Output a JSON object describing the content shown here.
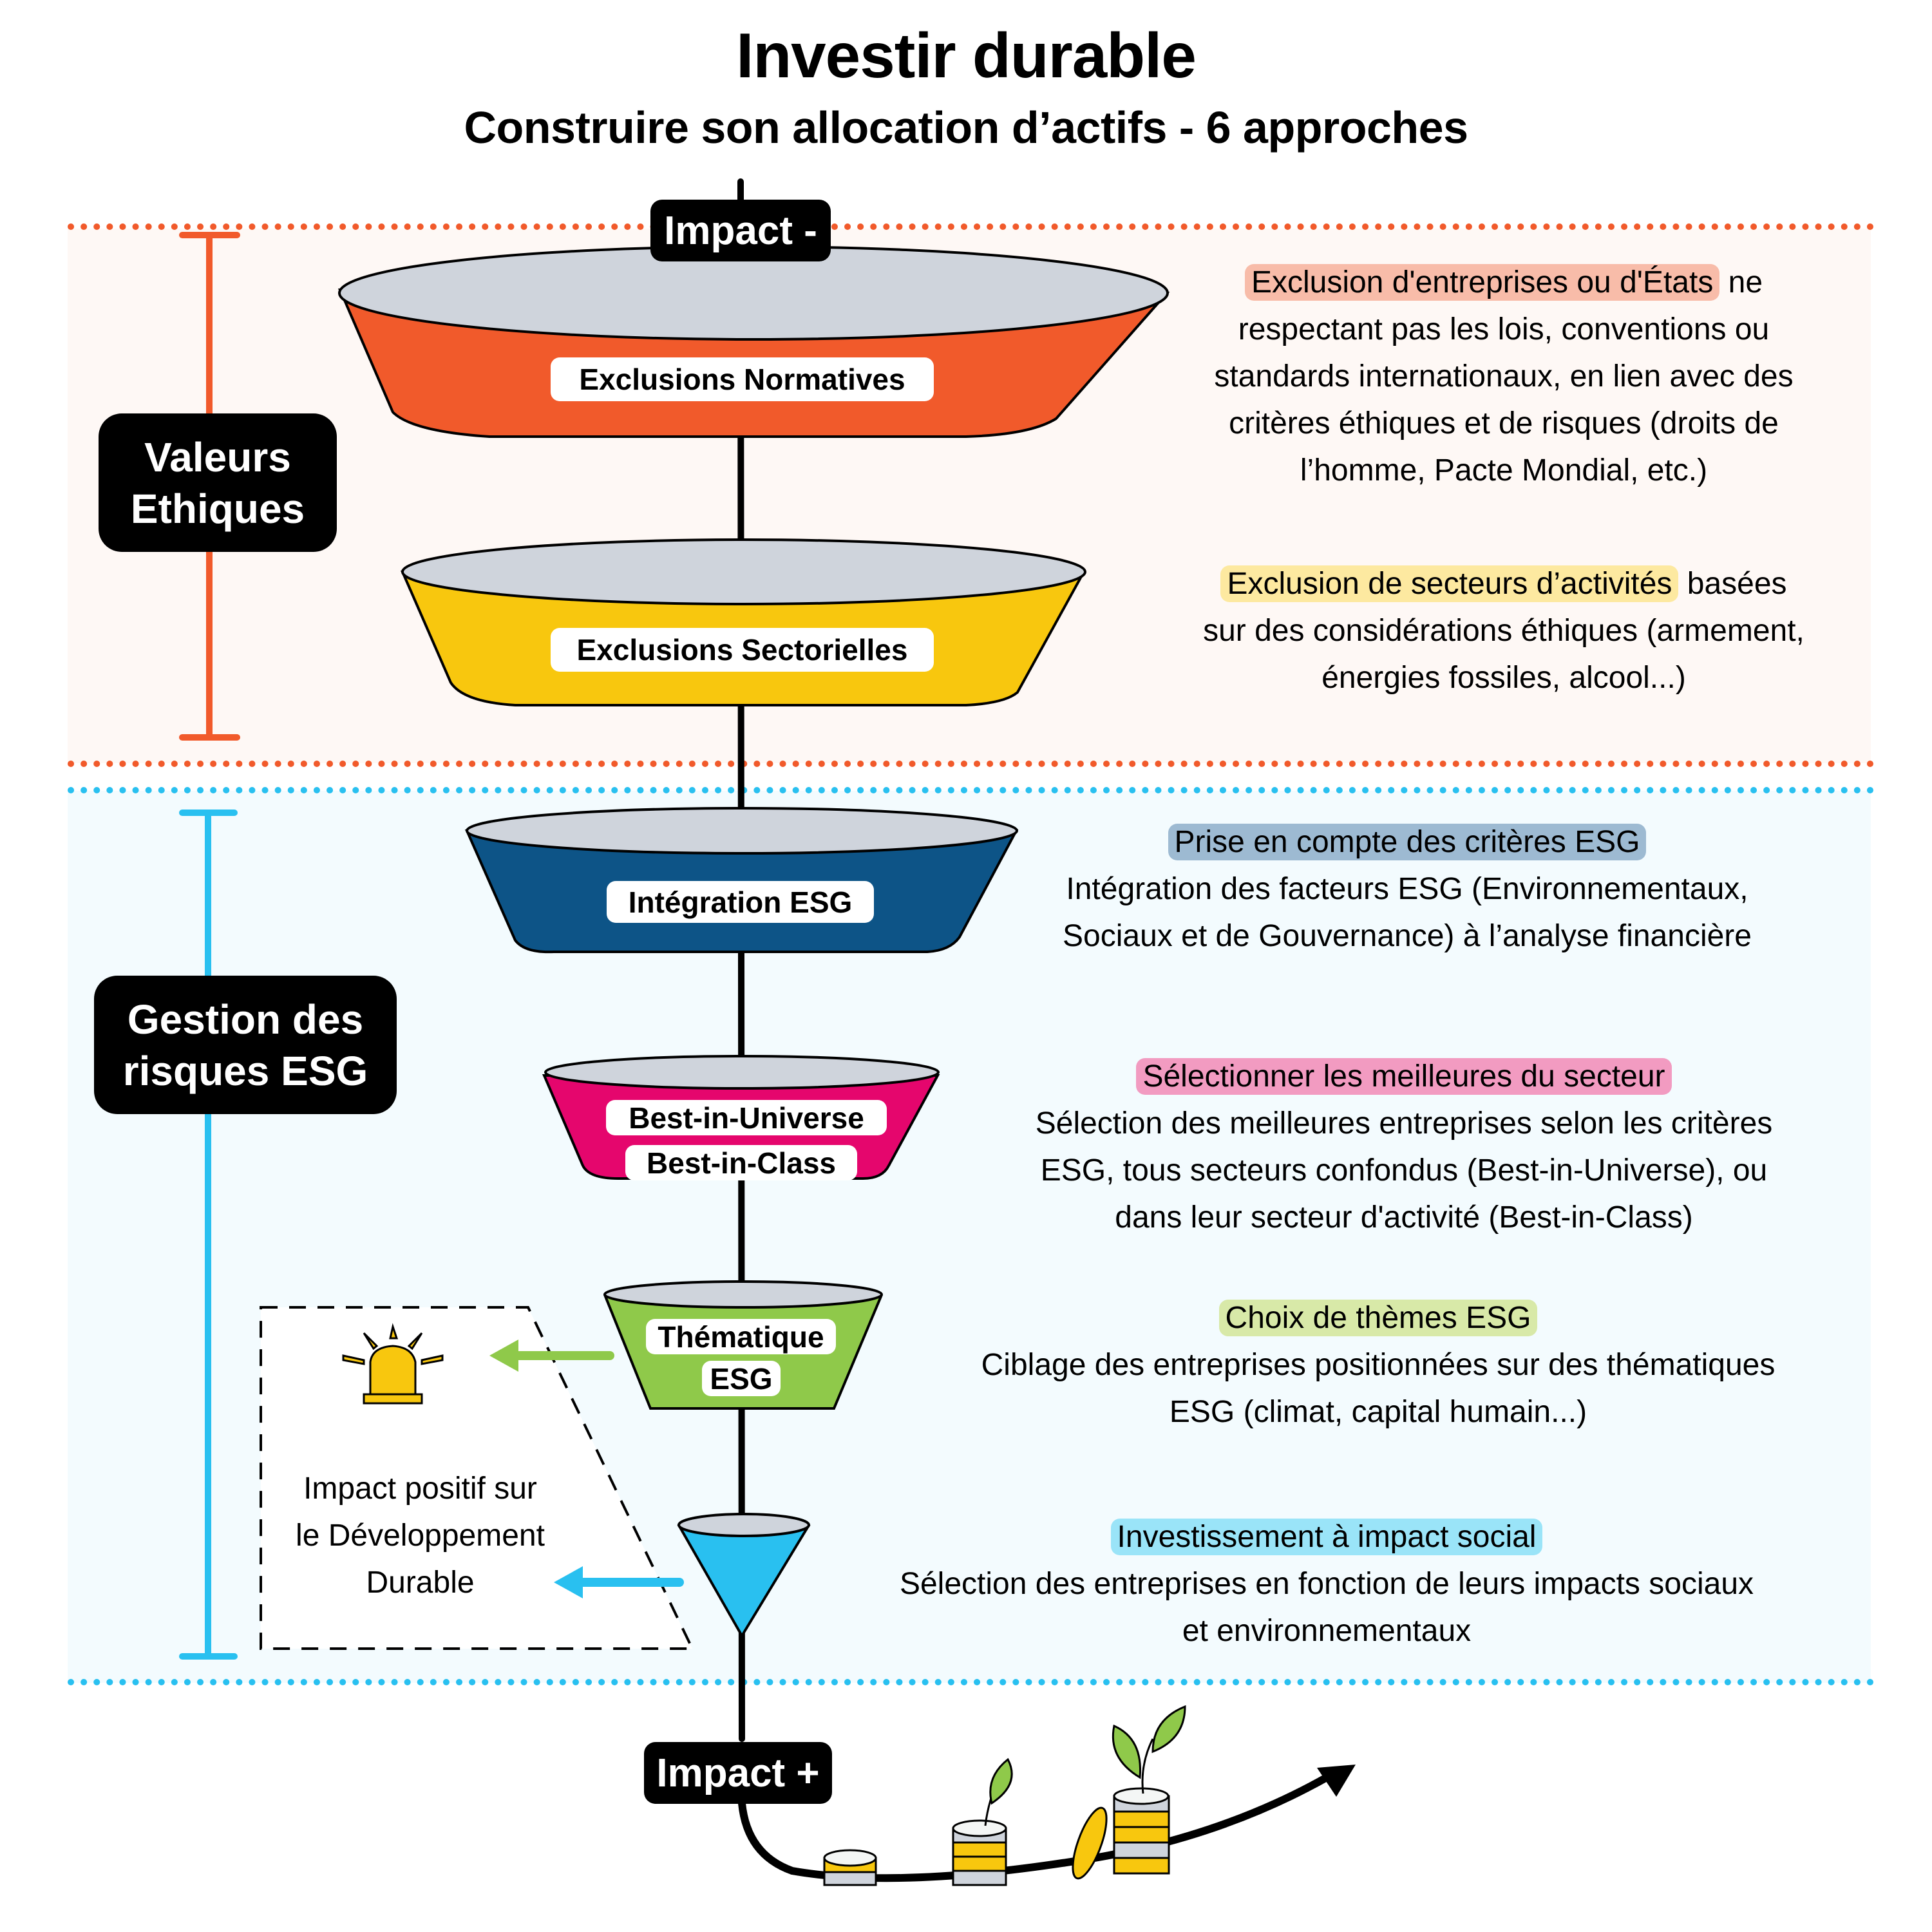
{
  "header": {
    "title": "Investir durable",
    "subtitle": "Construire son allocation d’actifs - 6 approches"
  },
  "colors": {
    "ethics_accent": "#f15a2b",
    "esg_accent": "#29c0f0",
    "ethics_band": "#fef8f5",
    "esg_band": "#f3fbfe",
    "funnel_rim": "#cfd4dc"
  },
  "flow": {
    "start_tag": "Impact -",
    "end_tag": "Impact +"
  },
  "groups": [
    {
      "label": "Valeurs Ethiques",
      "line1": "Valeurs",
      "line2": "Ethiques",
      "color": "#f15a2b"
    },
    {
      "label": "Gestion des risques ESG",
      "line1": "Gestion des",
      "line2": "risques ESG",
      "color": "#29c0f0"
    }
  ],
  "approaches": [
    {
      "funnel_label": "Exclusions Normatives",
      "funnel_color": "#f15a2b",
      "highlight": "Exclusion d'entreprises ou d'États",
      "highlight_color": "#f8bca9",
      "highlight_suffix": " ne",
      "desc_lines": [
        "respectant pas les lois, conventions ou",
        "standards internationaux, en lien avec des",
        "critères éthiques et de risques (droits de",
        "l’homme, Pacte Mondial, etc.)"
      ]
    },
    {
      "funnel_label": "Exclusions Sectorielles",
      "funnel_color": "#f8c70e",
      "highlight": "Exclusion de secteurs d’activités",
      "highlight_color": "#fde9a0",
      "highlight_suffix": " basées",
      "desc_lines": [
        "sur des considérations éthiques (armement,",
        "énergies fossiles, alcool...)"
      ]
    },
    {
      "funnel_label": "Intégration ESG",
      "funnel_color": "#0d5487",
      "highlight": "Prise en compte des critères ESG",
      "highlight_color": "#9dbad2",
      "highlight_suffix": "",
      "desc_lines": [
        "Intégration des facteurs ESG (Environnementaux,",
        "Sociaux et de Gouvernance) à l’analyse financière"
      ]
    },
    {
      "funnel_label_lines": [
        "Best-in-Universe",
        "Best-in-Class"
      ],
      "funnel_color": "#e5066d",
      "highlight": "Sélectionner les meilleures du secteur",
      "highlight_color": "#f29bc1",
      "highlight_suffix": "",
      "desc_lines": [
        "Sélection des meilleures entreprises selon les critères",
        "ESG, tous secteurs confondus (Best-in-Universe), ou",
        "dans leur secteur d'activité (Best-in-Class)"
      ]
    },
    {
      "funnel_label_lines": [
        "Thématique",
        "ESG"
      ],
      "funnel_color": "#8fc94a",
      "highlight": "Choix de thèmes ESG",
      "highlight_color": "#d8e9a8",
      "highlight_suffix": "",
      "desc_lines": [
        "Ciblage des entreprises positionnées sur des thématiques",
        "ESG (climat, capital humain...)"
      ]
    },
    {
      "funnel_label_lines": [],
      "funnel_color": "#29c0f0",
      "highlight": "Investissement à impact social",
      "highlight_color": "#9ae4f8",
      "highlight_suffix": "",
      "desc_lines": [
        "Sélection des entreprises en fonction de leurs impacts sociaux",
        "et environnementaux"
      ]
    }
  ],
  "sustainable_box": {
    "lines": [
      "Impact positif sur",
      "le Développement",
      "Durable"
    ],
    "icon": "alarm-light-icon"
  },
  "illustration": {
    "icon": "coin-stacks-plants-growth-icon"
  }
}
